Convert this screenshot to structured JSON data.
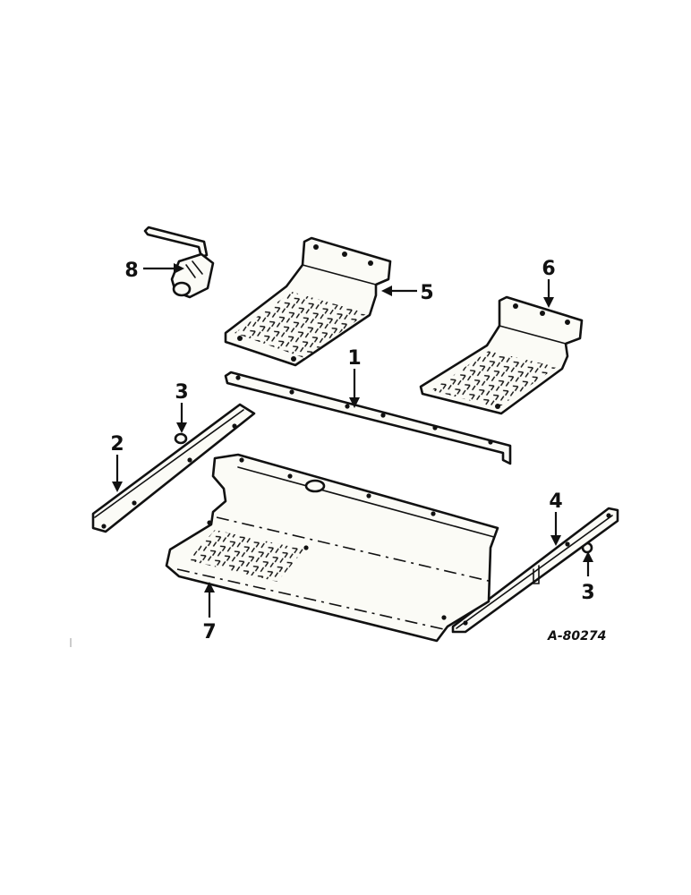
{
  "diagram": {
    "reference_number": "A-80274",
    "callouts": [
      {
        "id": "1",
        "label": "1"
      },
      {
        "id": "2",
        "label": "2"
      },
      {
        "id": "3a",
        "label": "3"
      },
      {
        "id": "3b",
        "label": "3"
      },
      {
        "id": "4",
        "label": "4"
      },
      {
        "id": "5",
        "label": "5"
      },
      {
        "id": "6",
        "label": "6"
      },
      {
        "id": "7",
        "label": "7"
      },
      {
        "id": "8",
        "label": "8"
      }
    ]
  }
}
